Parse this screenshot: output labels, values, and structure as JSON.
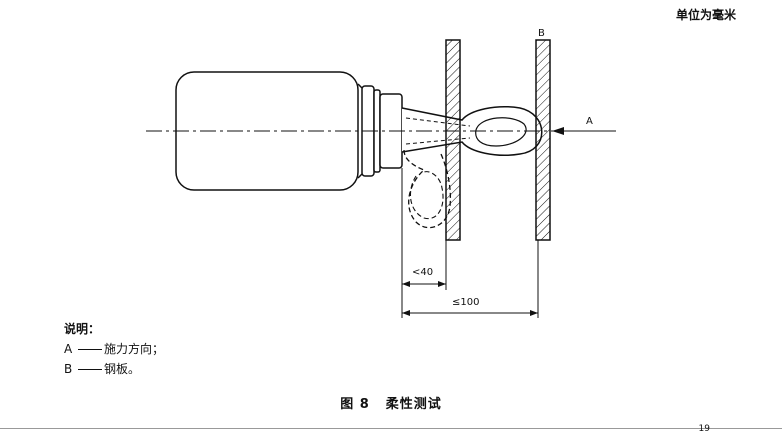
{
  "unit_note": "单位为毫米",
  "labels": {
    "A": "A",
    "B": "B",
    "dim_small": "<40",
    "dim_large": "≤100"
  },
  "legend": {
    "heading": "说明：",
    "items": [
      {
        "key": "A",
        "text": "施力方向；"
      },
      {
        "key": "B",
        "text": "钢板。"
      }
    ]
  },
  "caption": {
    "number": "图 8",
    "title": "柔性测试"
  },
  "page_number": "19"
}
